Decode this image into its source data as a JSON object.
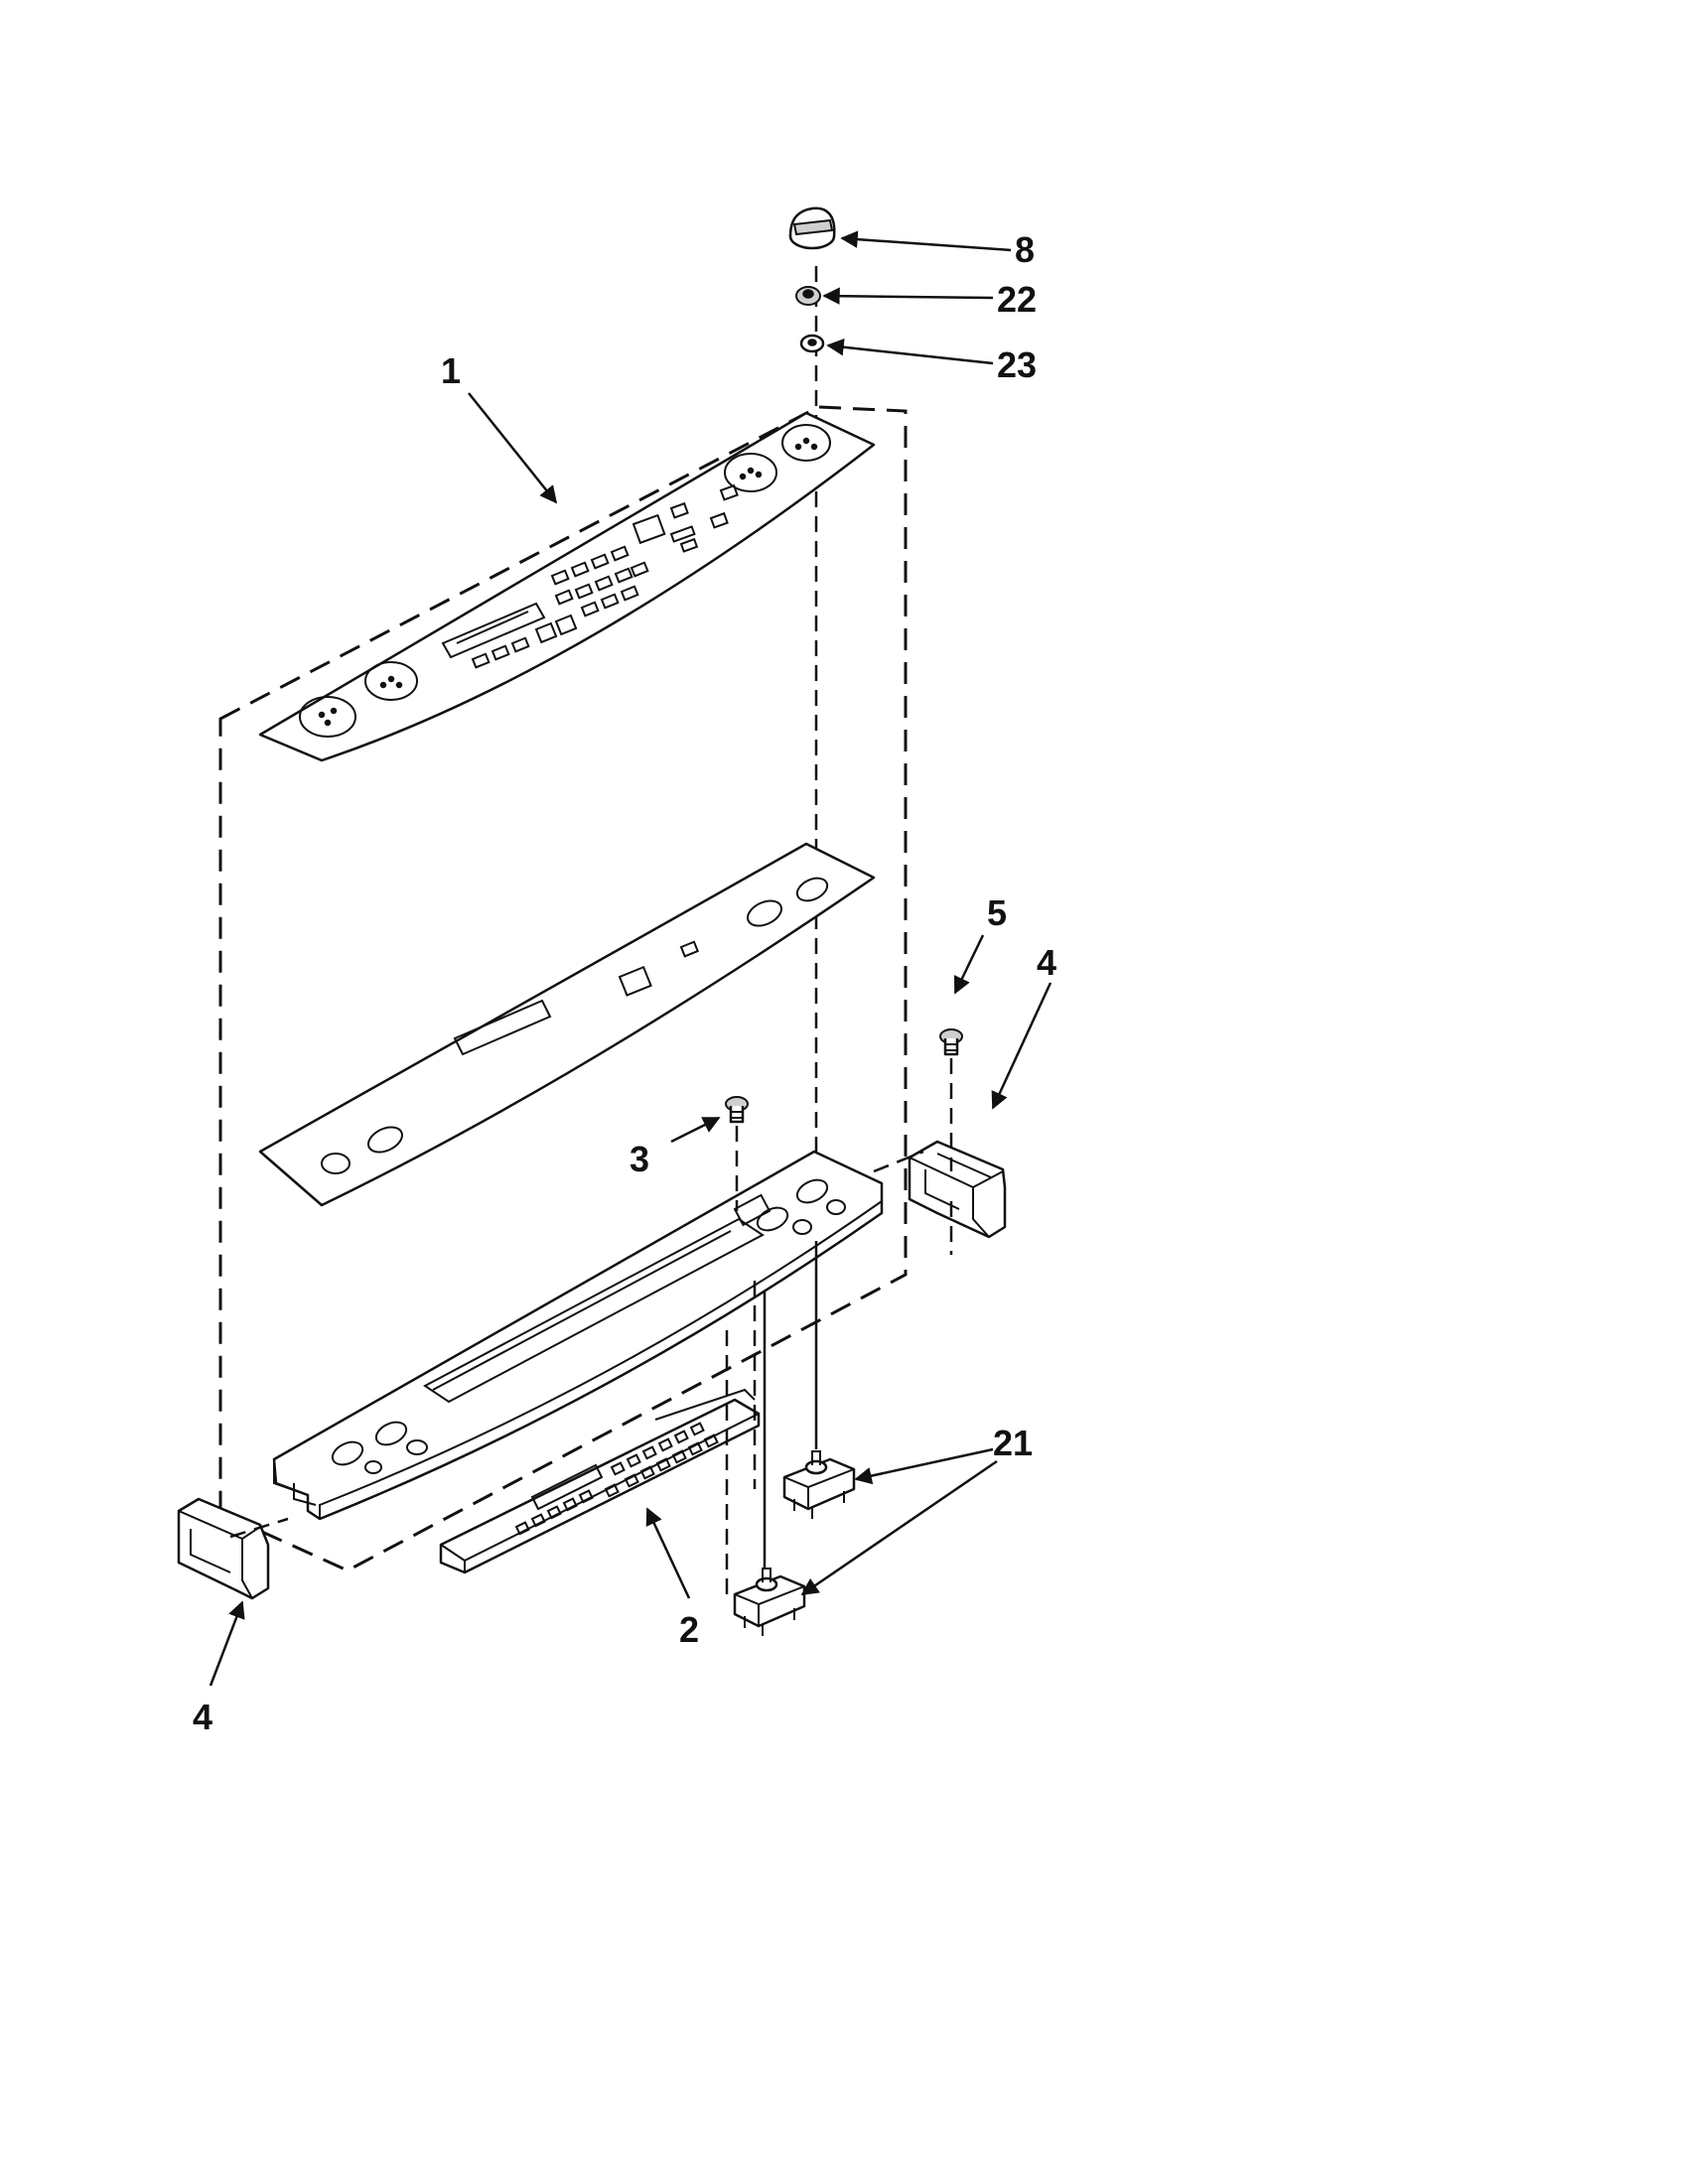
{
  "callouts": {
    "knob": "8",
    "nut": "22",
    "washer": "23",
    "control_panel": "1",
    "screw_right": "5",
    "end_cap_right": "4",
    "screw_center": "3",
    "switches": "21",
    "control_board": "2",
    "end_cap_left": "4"
  }
}
